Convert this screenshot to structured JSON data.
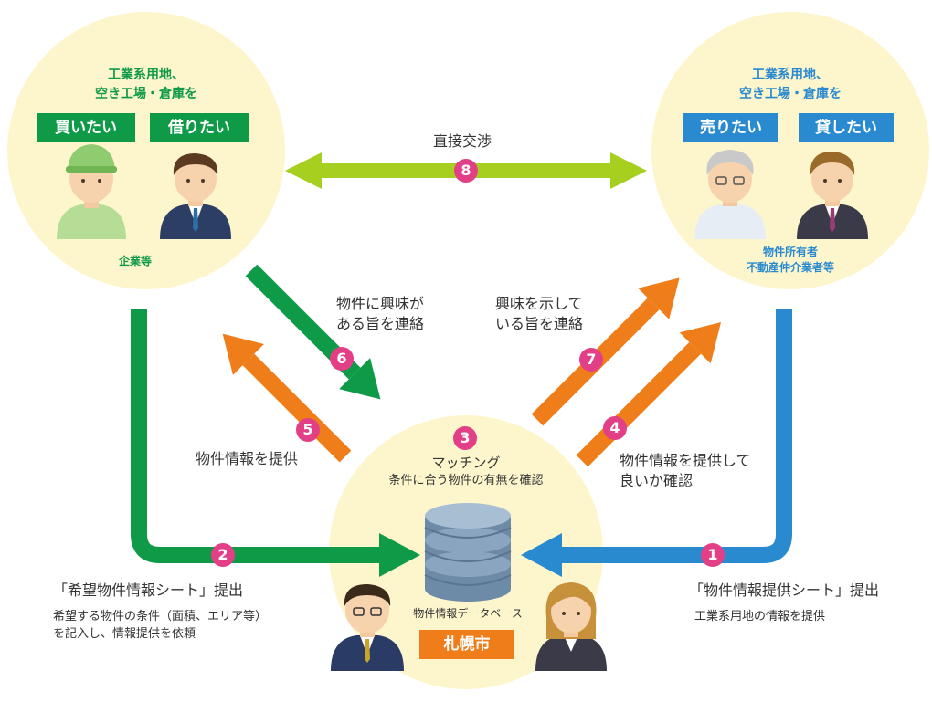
{
  "left_circle": {
    "title_line1": "工業系用地、",
    "title_line2": "空き工場・倉庫を",
    "tag_buy": "買いたい",
    "tag_rent": "借りたい",
    "caption": "企業等"
  },
  "right_circle": {
    "title_line1": "工業系用地、",
    "title_line2": "空き工場・倉庫を",
    "tag_sell": "売りたい",
    "tag_lend": "貸したい",
    "caption_line1": "物件所有者",
    "caption_line2": "不動産仲介業者等"
  },
  "center": {
    "num": "3",
    "title": "マッチング",
    "subtitle": "条件に合う物件の有無を確認",
    "db_label": "物件情報データベース",
    "city_tag": "札幌市"
  },
  "steps": {
    "s1": {
      "num": "1",
      "title": "「物件情報提供シート」提出",
      "desc": "工業系用地の情報を提供"
    },
    "s2": {
      "num": "2",
      "title": "「希望物件情報シート」提出",
      "desc_line1": "希望する物件の条件（面積、エリア等）",
      "desc_line2": "を記入し、情報提供を依頼"
    },
    "s4": {
      "num": "4",
      "line1": "物件情報を提供して",
      "line2": "良いか確認"
    },
    "s5": {
      "num": "5",
      "label": "物件情報を提供"
    },
    "s6": {
      "num": "6",
      "line1": "物件に興味が",
      "line2": "ある旨を連絡"
    },
    "s7": {
      "num": "7",
      "line1": "興味を示して",
      "line2": "いる旨を連絡"
    },
    "s8": {
      "num": "8",
      "label": "直接交渉"
    }
  },
  "colors": {
    "green": "#0f9a48",
    "blue": "#2a8ad0",
    "orange": "#ef7d1a",
    "lime": "#a6cf1f",
    "pink": "#e23f86",
    "circle": "#fdf6cc"
  }
}
